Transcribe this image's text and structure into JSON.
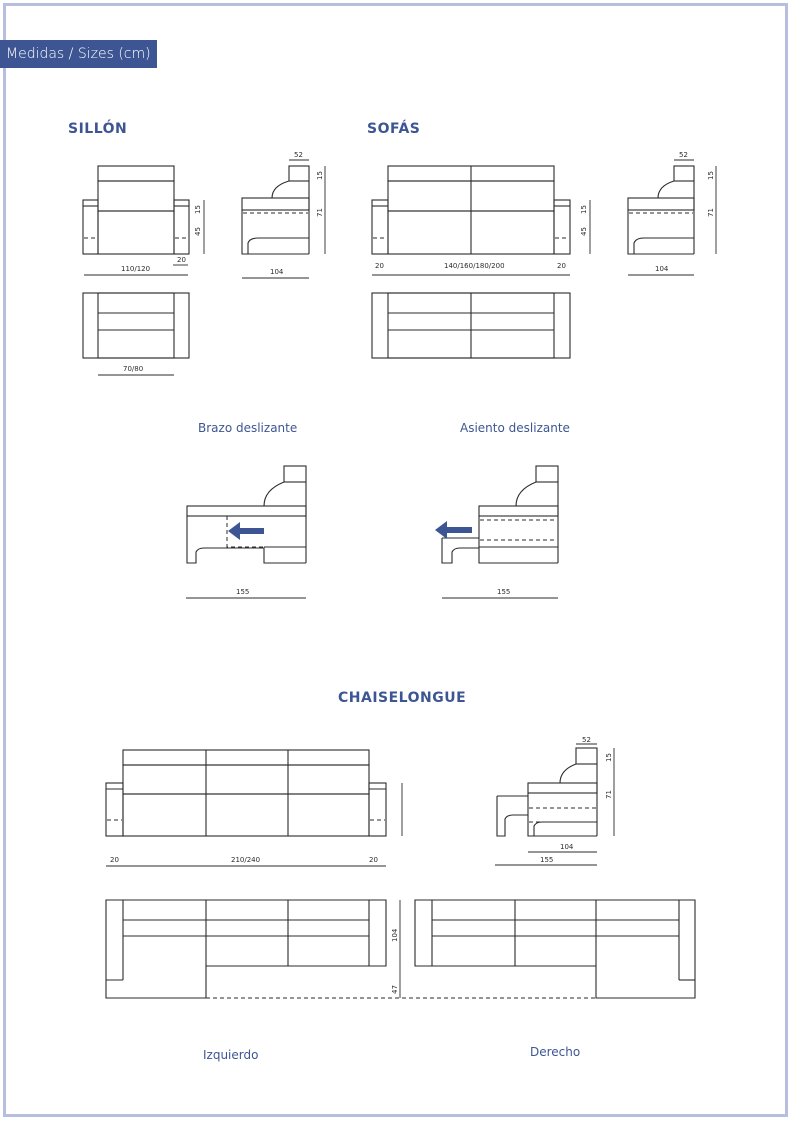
{
  "header": {
    "label": "Medidas / Sizes (cm)"
  },
  "sections": {
    "sillon": "SILLÓN",
    "sofas": "SOFÁS",
    "chaiselongue": "CHAISELONGUE"
  },
  "captions": {
    "brazo": "Brazo deslizante",
    "asiento": "Asiento deslizante",
    "izquierdo": "Izquierdo",
    "derecho": "Derecho"
  },
  "dimensions": {
    "sillon_width": "110/120",
    "sillon_arm": "20",
    "sillon_seat_h": "45",
    "sillon_arm_h": "15",
    "sillon_inner": "70/80",
    "side_top": "52",
    "side_back": "15",
    "side_height": "71",
    "side_depth": "104",
    "sofa_arm_left": "20",
    "sofa_width": "140/160/180/200",
    "sofa_arm_right": "20",
    "sofa_arm_h": "15",
    "sofa_seat_h": "45",
    "slide_depth_1": "155",
    "slide_depth_2": "155",
    "chaise_arm_left": "20",
    "chaise_width": "210/240",
    "chaise_arm_right": "20",
    "chaise_side_top": "52",
    "chaise_side_back": "15",
    "chaise_side_height": "71",
    "chaise_side_depth": "104",
    "chaise_side_extended": "155",
    "chaise_plan_depth": "104",
    "chaise_plan_ext": "47"
  }
}
